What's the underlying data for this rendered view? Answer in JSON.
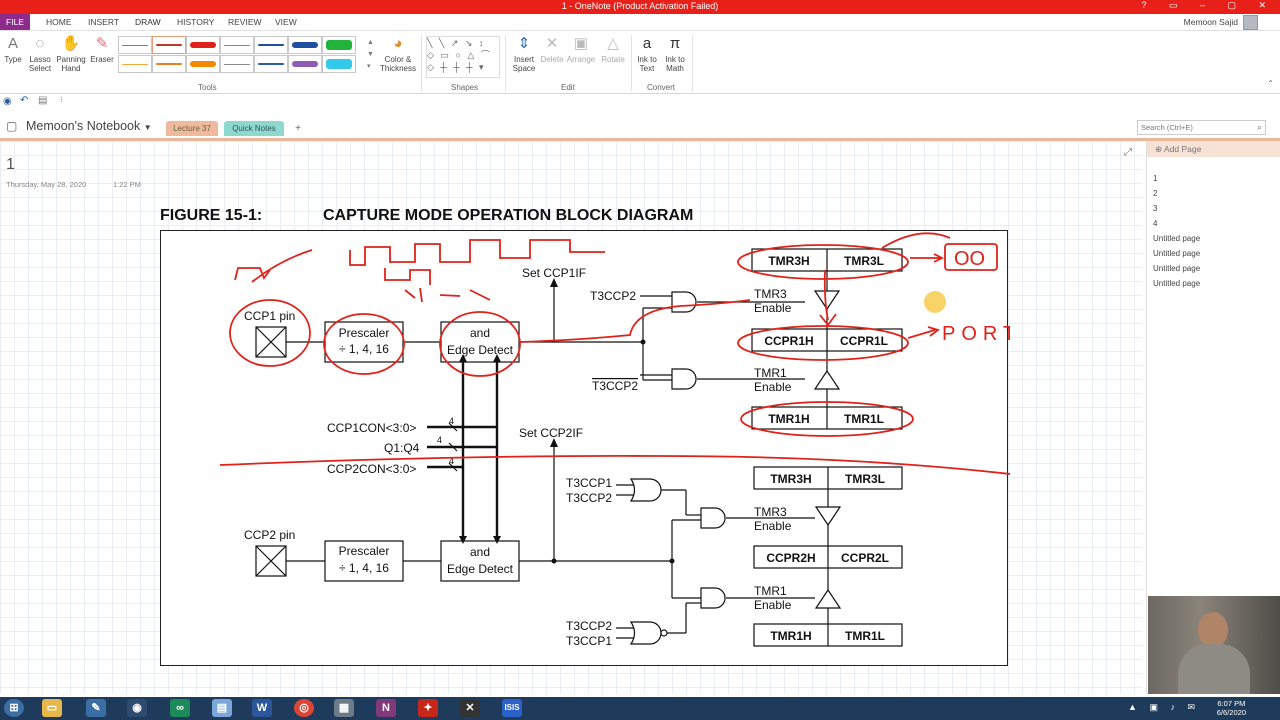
{
  "app": {
    "window_title": "1 - OneNote (Product Activation Failed)",
    "user_name": "Memoon Sajid"
  },
  "ribbon_tabs": [
    "FILE",
    "HOME",
    "INSERT",
    "DRAW",
    "HISTORY",
    "REVIEW",
    "VIEW"
  ],
  "ribbon": {
    "tools": {
      "type": "Type",
      "lasso": "Lasso Select",
      "panning": "Panning Hand",
      "eraser": "Eraser",
      "color_thickness": "Color & Thickness",
      "group": "Tools"
    },
    "shapes_group": "Shapes",
    "edit": {
      "insert_space": "Insert Space",
      "delete": "Delete",
      "arrange": "Arrange",
      "rotate": "Rotate",
      "group": "Edit"
    },
    "convert": {
      "ink_to_text": "Ink to Text",
      "ink_to_math": "Ink to Math",
      "group": "Convert"
    },
    "pen_colors": [
      "#d9534f",
      "#c0392b",
      "#e0221a",
      "#888888",
      "#1f4fa3",
      "#1f4fa3",
      "#22b33a",
      "#f2a93b",
      "#e67e22",
      "#f28a00",
      "#888888",
      "#2a5fa8",
      "#8e5bb5",
      "#33c9e8"
    ]
  },
  "notebook": {
    "name": "Memoon's Notebook",
    "sections": [
      "Lecture 37",
      "Quick Notes"
    ],
    "add_section": "+",
    "search_placeholder": "Search (Ctrl+E)"
  },
  "page": {
    "title": "1",
    "date": "Thursday, May 28, 2020",
    "time": "1:22 PM"
  },
  "pages_pane": {
    "add_page": "Add Page",
    "pages": [
      "1",
      "2",
      "3",
      "4",
      "Untitled page",
      "Untitled page",
      "Untitled page",
      "Untitled page"
    ]
  },
  "figure": {
    "number": "FIGURE 15-1:",
    "title": "CAPTURE MODE OPERATION BLOCK DIAGRAM",
    "top": {
      "pin": "CCP1 pin",
      "prescaler": [
        "Prescaler",
        "÷ 1, 4, 16"
      ],
      "edge": [
        "and",
        "Edge Detect"
      ],
      "set_flag": "Set CCP1IF",
      "gate1": "T3CCP2",
      "gate2": "T3CCP2",
      "regs_top": [
        "TMR3H",
        "TMR3L"
      ],
      "enable_top": [
        "TMR3",
        "Enable"
      ],
      "regs_mid": [
        "CCPR1H",
        "CCPR1L"
      ],
      "enable_bot": [
        "TMR1",
        "Enable"
      ],
      "regs_bot": [
        "TMR1H",
        "TMR1L"
      ]
    },
    "controls": {
      "ccp1con": "CCP1CON<3:0>",
      "q1q4": "Q1:Q4",
      "ccp2con": "CCP2CON<3:0>",
      "bus_width": "4",
      "set_flag2": "Set CCP2IF"
    },
    "bottom": {
      "pin": "CCP2 pin",
      "prescaler": [
        "Prescaler",
        "÷ 1, 4, 16"
      ],
      "edge": [
        "and",
        "Edge Detect"
      ],
      "gate1": [
        "T3CCP1",
        "T3CCP2"
      ],
      "gate2": [
        "T3CCP2",
        "T3CCP1"
      ],
      "regs_top": [
        "TMR3H",
        "TMR3L"
      ],
      "enable_top": [
        "TMR3",
        "Enable"
      ],
      "regs_mid": [
        "CCPR2H",
        "CCPR2L"
      ],
      "enable_bot": [
        "TMR1",
        "Enable"
      ],
      "regs_bot": [
        "TMR1H",
        "TMR1L"
      ]
    },
    "annotations": {
      "box_note": "OO",
      "port_note": "PORT"
    }
  },
  "taskbar": {
    "time": "6:07 PM",
    "date": "6/6/2020",
    "icons": [
      "start",
      "file-explorer",
      "tool",
      "webcam",
      "infinity",
      "notepad",
      "word",
      "chrome",
      "calculator",
      "onenote",
      "acrobat",
      "xilinx",
      "isis"
    ]
  }
}
